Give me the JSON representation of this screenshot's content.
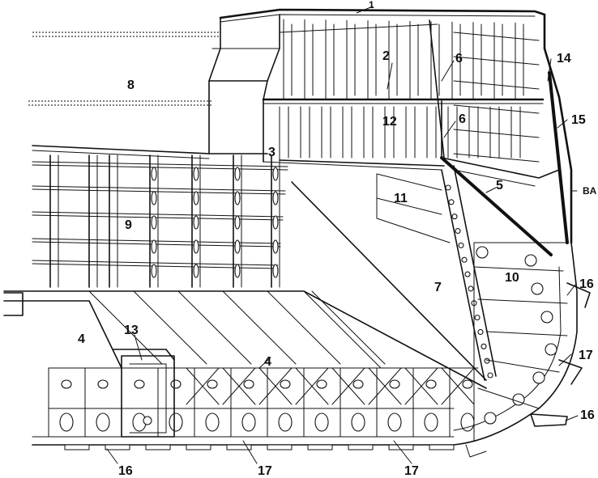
{
  "diagram": {
    "callouts": [
      {
        "id": "c1",
        "text": "1"
      },
      {
        "id": "c2",
        "text": "2"
      },
      {
        "id": "c3",
        "text": "3"
      },
      {
        "id": "c4a",
        "text": "4"
      },
      {
        "id": "c4b",
        "text": "4"
      },
      {
        "id": "c5",
        "text": "5"
      },
      {
        "id": "c6a",
        "text": "6"
      },
      {
        "id": "c6b",
        "text": "6"
      },
      {
        "id": "c7",
        "text": "7"
      },
      {
        "id": "c8",
        "text": "8"
      },
      {
        "id": "c9",
        "text": "9"
      },
      {
        "id": "c10",
        "text": "10"
      },
      {
        "id": "c11",
        "text": "11"
      },
      {
        "id": "c12",
        "text": "12"
      },
      {
        "id": "c13",
        "text": "13"
      },
      {
        "id": "c14",
        "text": "14"
      },
      {
        "id": "c15",
        "text": "15"
      },
      {
        "id": "c16a",
        "text": "16"
      },
      {
        "id": "c16b",
        "text": "16"
      },
      {
        "id": "c16c",
        "text": "16"
      },
      {
        "id": "c17a",
        "text": "17"
      },
      {
        "id": "c17b",
        "text": "17"
      },
      {
        "id": "c17c",
        "text": "17"
      },
      {
        "id": "cBA",
        "text": "BA"
      }
    ]
  }
}
